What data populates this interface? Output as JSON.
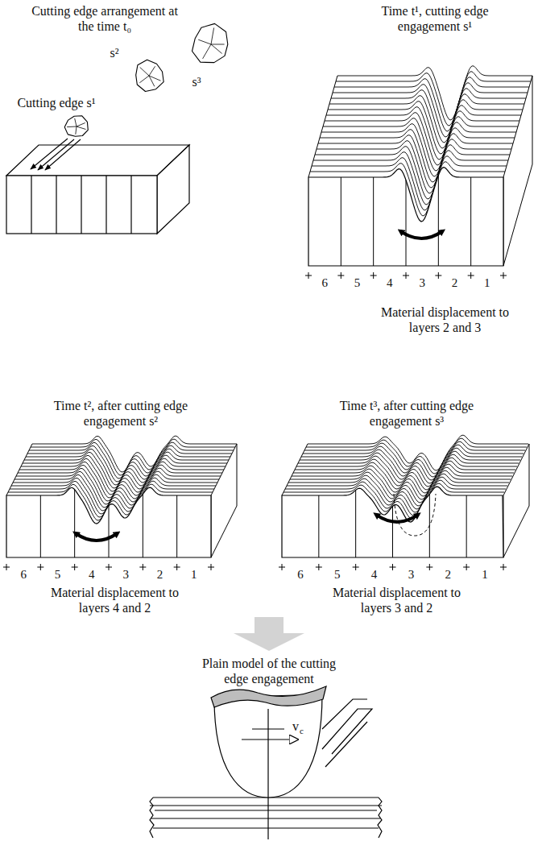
{
  "diagram": {
    "labels": [
      "Cutting edge arrangement at the time t₀",
      "s²",
      "s³",
      "Cutting edge s¹",
      "Time t¹, cutting edge engagement s¹",
      "6",
      "5",
      "4",
      "3",
      "2",
      "1",
      "Material displacement to layers 2 and 3",
      "Time t², after cutting edge engagement s²",
      "6",
      "5",
      "4",
      "3",
      "2",
      "1",
      "Material displacement to layers 4 and 2",
      "Time t³, after cutting edge engagement s³",
      "6",
      "5",
      "4",
      "3",
      "2",
      "1",
      "Material displacement to layers 3 and 2",
      "Plain model of the cutting edge engagement",
      "v",
      "c"
    ]
  }
}
